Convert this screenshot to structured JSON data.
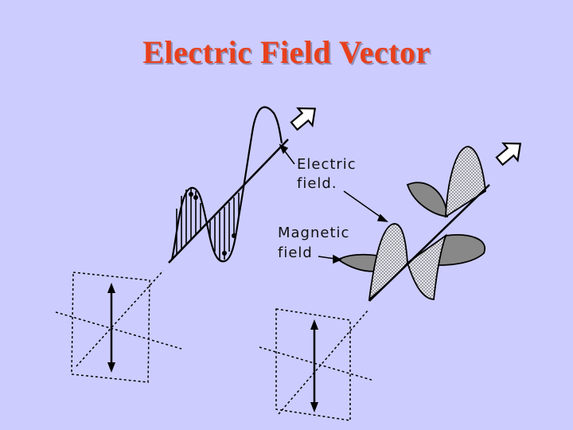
{
  "slide": {
    "title": "Electric Field Vector",
    "title_color": "#e8401c",
    "background": "#ccccff"
  },
  "diagram": {
    "labels": {
      "electric_line1": "Electric",
      "electric_line2": "field.",
      "magnetic_line1": "Magnetic",
      "magnetic_line2": "field"
    },
    "icons": [
      "propagation-arrow-icon",
      "propagation-arrow-icon"
    ]
  }
}
